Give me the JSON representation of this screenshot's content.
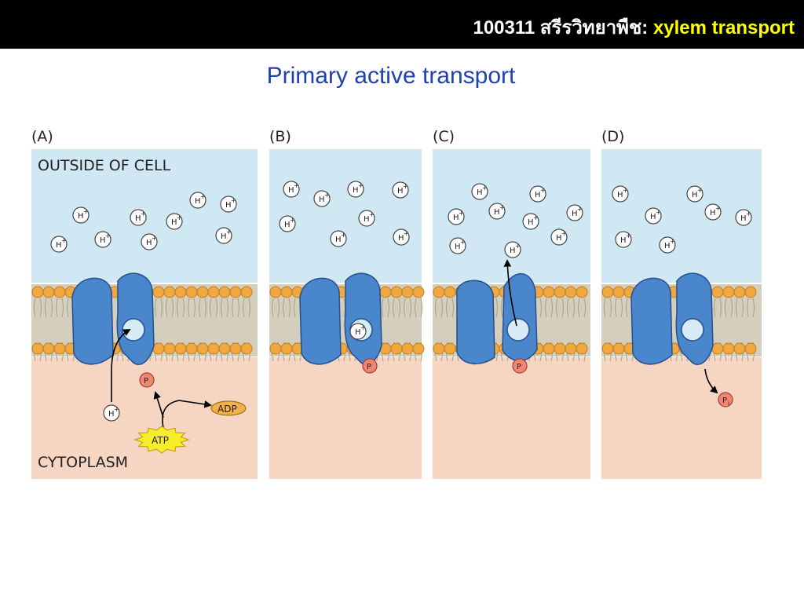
{
  "header": {
    "course_code": "100311 สรีรวิทยาพืช:",
    "topic": "xylem transport"
  },
  "title": "Primary active transport",
  "colors": {
    "outside": "#cfe8f4",
    "cytoplasm": "#f6d5c2",
    "membrane_core": "#d4cfbc",
    "lipid_head": "#f0a840",
    "protein": "#4a86cc",
    "phosphate": "#ee8672",
    "title_blue": "#1f3fb4",
    "topic_yellow": "#ffff00"
  },
  "figure": {
    "outside_label": "OUTSIDE OF CELL",
    "cytoplasm_label": "CYTOPLASM",
    "proton_label": "H",
    "proton_charge": "+",
    "phosphate_label": "P",
    "inorganic_subscript": "i",
    "atp_label": "ATP",
    "adp_label": "ADP",
    "panels": [
      {
        "label": "(A)"
      },
      {
        "label": "(B)"
      },
      {
        "label": "(C)"
      },
      {
        "label": "(D)"
      }
    ]
  }
}
